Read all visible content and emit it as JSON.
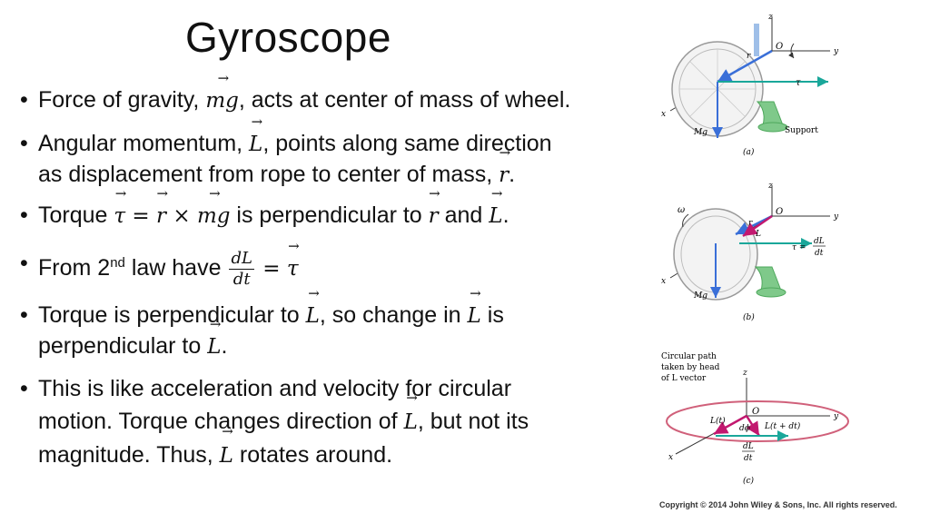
{
  "title": "Gyroscope",
  "bullets": {
    "b1": {
      "pre": "Force of gravity, ",
      "math": "mg",
      "post": ", acts at center of mass of wheel."
    },
    "b2": {
      "pre": "Angular momentum, ",
      "math": "L",
      "mid": ", points along same direction",
      "line2": "as displacement from rope to center of mass, ",
      "math2": "r",
      "post": "."
    },
    "b3": {
      "pre": "Torque ",
      "math_tau": "τ",
      "eq": " = ",
      "math_r": "r",
      "times": " × ",
      "math_mg": "mg",
      "mid": " is perpendicular to ",
      "math_r2": "r",
      "and": " and ",
      "math_L": "L",
      "post": "."
    },
    "b4": {
      "pre": "From 2",
      "sup": "nd",
      "mid": " law have ",
      "num": "dL",
      "den": "dt",
      "eq": " = ",
      "tau": "τ"
    },
    "b5": {
      "pre": "Torque is perpendicular to ",
      "L1": "L",
      "mid": ", so change in ",
      "L2": "L",
      "tail": " is",
      "line2": "perpendicular to ",
      "L3": "L",
      "post": "."
    },
    "b6": {
      "line1": "This is like acceleration and velocity for circular",
      "line2_pre": "motion.  Torque changes direction of ",
      "L1": "L",
      "line2_post": ", but not its",
      "line3_pre": "magnitude.  Thus, ",
      "L2": "L",
      "line3_post": " rotates around."
    }
  },
  "figures": {
    "a": {
      "caption": "(a)",
      "z": "z",
      "y": "y",
      "x": "x",
      "O": "O",
      "r": "r",
      "tau": "τ",
      "Mg": "Mg",
      "support": "Support"
    },
    "b": {
      "caption": "(b)",
      "z": "z",
      "y": "y",
      "x": "x",
      "O": "O",
      "r": "r",
      "L": "L",
      "omega": "ω",
      "tau_eq": "τ =",
      "dL": "dL",
      "dt": "dt",
      "Mg": "Mg"
    },
    "c": {
      "caption": "(c)",
      "path_label_1": "Circular path",
      "path_label_2": "taken by head",
      "path_label_3": "of L vector",
      "z": "z",
      "y": "y",
      "x": "x",
      "O": "O",
      "Lt": "L(t)",
      "Ltdt": "L(t + dt)",
      "dphi": "dϕ",
      "dL": "dL",
      "dt": "dt"
    }
  },
  "copyright": "Copyright © 2014 John Wiley & Sons, Inc. All rights reserved.",
  "colors": {
    "blue": "#3a6fd8",
    "teal": "#1aa79a",
    "green": "#7fc98a",
    "magenta": "#c2186f",
    "pink_ellipse": "#d0607a"
  }
}
